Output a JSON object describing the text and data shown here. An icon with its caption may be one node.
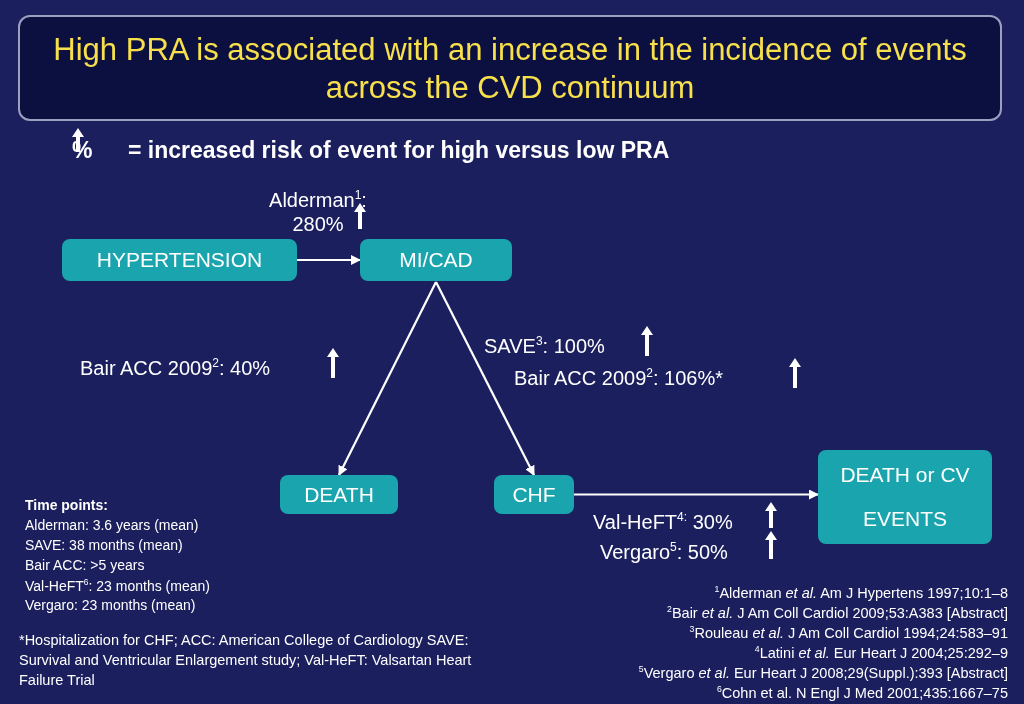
{
  "diagram": {
    "title": "High PRA is associated with an increase in the incidence of events across the CVD continuum",
    "nodes": [
      {
        "text": [
          "HYPERTENSION"
        ]
      },
      {
        "text": [
          "MI/CAD"
        ]
      },
      {
        "text": [
          "DEATH"
        ]
      },
      {
        "text": [
          "CHF"
        ]
      },
      {
        "text": [
          "DEATH or CV EVENTS"
        ]
      }
    ],
    "edges": [
      {
        "from": 0,
        "to": 1,
        "arrow": "to"
      },
      {
        "from": 1,
        "to": 2,
        "arrow": "to"
      },
      {
        "from": 1,
        "to": 3,
        "arrow": "to"
      },
      {
        "from": 3,
        "to": 4,
        "arrow": "to"
      }
    ],
    "labels": [
      "%",
      "= increased risk of event for high versus low PRA",
      "Alderman$^{1}$: 280%",
      "Bair ACC 2009$^{2}$: 40%",
      "SAVE$^{3}$: 100%",
      "Bair ACC 2009$^{2}$: 106%*",
      "Val-HeFT$^{4:}$ 30%",
      "Vergaro$^{5}$: 50%",
      "Time points:",
      "Alderman: 3.6 years (mean)",
      "SAVE: 38 months (mean)",
      "Bair ACC: >5 years",
      "Val-HeFT$^{6}$: 23 months (mean)",
      "Vergaro: 23 months (mean)",
      "*Hospitalization for CHF; ACC: American College of Cardiology SAVE: Survival and Ventricular Enlargement study; Val-HeFT: Valsartan Heart Failure Trial",
      "$^{1}$Alderman *et al.* Am J Hypertens 1997;10:1–8",
      "$^{2}$Bair *et al.* J Am Coll Cardiol 2009;53:A383 [Abstract]",
      "$^{3}$Rouleau *et al.* J Am Coll Cardiol 1994;24:583–91",
      "$^{4}$Latini *et al.* Eur Heart J 2004;25:292–9",
      "$^{5}$Vergaro *et al.* Eur Heart J 2008;29(Suppl.):393 [Abstract]",
      "$^{6}$Cohn et al. N Engl J Med 2001;435:1667–75"
    ]
  }
}
